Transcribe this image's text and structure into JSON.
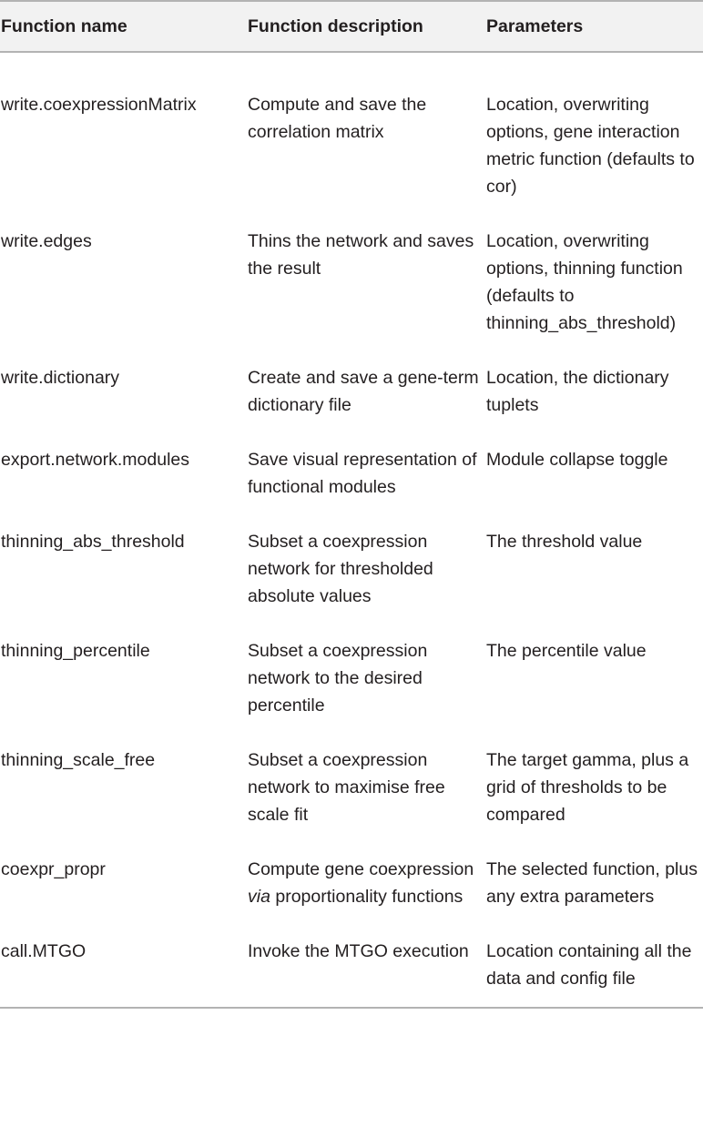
{
  "table": {
    "headers": [
      "Function name",
      "Function description",
      "Parameters"
    ],
    "rows": [
      {
        "name": "write.coexpressionMatrix",
        "description": "Compute and save the correlation matrix",
        "parameters": "Location, overwriting options, gene interaction metric function (defaults to cor)"
      },
      {
        "name": "write.edges",
        "description": "Thins the network and saves the result",
        "parameters": "Location, overwriting options, thinning function (defaults to thinning_abs_threshold)"
      },
      {
        "name": "write.dictionary",
        "description": "Create and save a gene-term dictionary file",
        "parameters": "Location, the dictionary tuplets"
      },
      {
        "name": "export.network.modules",
        "description": "Save visual representation of functional modules",
        "parameters": "Module collapse toggle"
      },
      {
        "name": "thinning_abs_threshold",
        "description": "Subset a coexpression network for thresholded absolute values",
        "parameters": "The threshold value"
      },
      {
        "name": "thinning_percentile",
        "description": "Subset a coexpression network to the desired percentile",
        "parameters": "The percentile value"
      },
      {
        "name": "thinning_scale_free",
        "description": "Subset a coexpression network to maximise free scale fit",
        "parameters": "The target gamma, plus a grid of thresholds to be compared"
      },
      {
        "name": "coexpr_propr",
        "description_pre": "Compute gene coexpression ",
        "description_italic": "via",
        "description_post": " proportionality functions",
        "parameters": "The selected function, plus any extra parameters"
      },
      {
        "name": "call.MTGO",
        "description": "Invoke the MTGO execution",
        "parameters": "Location containing all the data and config file"
      }
    ]
  }
}
